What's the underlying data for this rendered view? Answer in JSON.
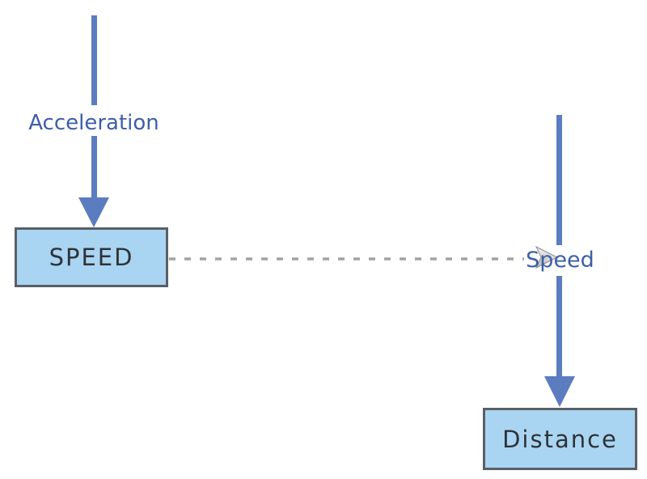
{
  "diagram": {
    "title": "Acceleration-Speed-Distance flow diagram",
    "labels": {
      "acceleration": "Acceleration",
      "speed_node": "SPEED",
      "speed_flow": "Speed",
      "distance_node": "Distance"
    },
    "nodes": [
      {
        "id": "speed",
        "label": "SPEED"
      },
      {
        "id": "distance",
        "label": "Distance"
      }
    ],
    "connectors": [
      {
        "from": "acceleration-input",
        "to": "speed-node",
        "style": "solid-blue-arrow",
        "label": "Acceleration"
      },
      {
        "from": "speed-node",
        "to": "speed-flow",
        "style": "dashed-gray-arrow",
        "label": ""
      },
      {
        "from": "speed-flow",
        "to": "distance-node",
        "style": "solid-blue-arrow",
        "label": "Speed"
      }
    ],
    "icons": {
      "down_arrowhead": "down-arrowhead-icon",
      "right_arrowhead": "right-arrowhead-icon"
    },
    "colors": {
      "arrow_blue": "#5b7dc0",
      "label_blue": "#3d5ea9",
      "box_fill": "#aad5f2",
      "box_border": "#5a5f66",
      "dashed_gray": "#a3a3a3",
      "gray_arrowhead_fill": "#d9d9d9",
      "gray_arrowhead_edge": "#8f8f8f",
      "node_text": "#2e3338",
      "background": "#ffffff"
    }
  }
}
